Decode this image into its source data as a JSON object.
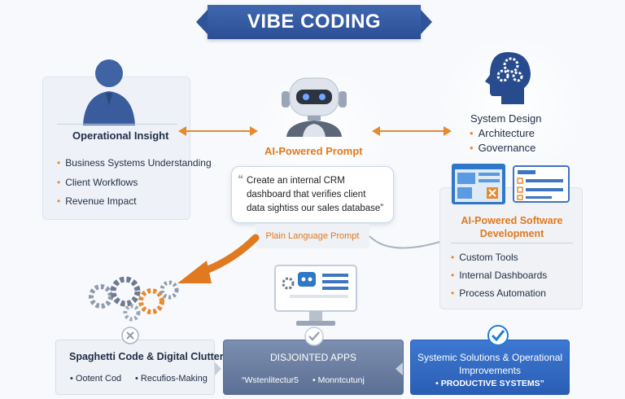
{
  "banner": {
    "title": "VIBE CODING"
  },
  "left_panel": {
    "title": "Operational Insight",
    "bullets": [
      "Business Systems Understanding",
      "Client Workflows",
      "Revenue Impact"
    ]
  },
  "center": {
    "title": "AI-Powered Prompt",
    "prompt_text": "Create an internal CRM dashboard that verifies client data sightiss our sales database”",
    "prompt_label": "Plain Language Prompt"
  },
  "right_top": {
    "title": "System Design",
    "bullets": [
      "Architecture",
      "Governance"
    ]
  },
  "right_panel": {
    "title": "AI-Powered Software Development",
    "bullets": [
      "Custom Tools",
      "Internal Dashboards",
      "Process Automation"
    ]
  },
  "bottom": {
    "left": {
      "title": "Spaghetti Code & Digital Clutter",
      "items": [
        "Ootent Cod",
        "Recufios-Making"
      ]
    },
    "middle": {
      "title": "DISJOINTED APPS",
      "items": [
        "“Wstenlitectur5",
        "Monntcutunj"
      ]
    },
    "right": {
      "title": "Systemic Solutions & Operational Improvements",
      "subtitle": "• PRODUCTIVE SYSTEMS”"
    }
  },
  "colors": {
    "accent": "#e58a2e",
    "brand_blue": "#2b4f94",
    "check_blue": "#1d7fd8"
  },
  "icons": [
    "person-silhouette-icon",
    "robot-icon",
    "head-gears-icon",
    "dashboard-window-icon",
    "checklist-icon",
    "gears-cluster-icon",
    "computer-monitor-icon",
    "close-icon",
    "check-icon"
  ]
}
